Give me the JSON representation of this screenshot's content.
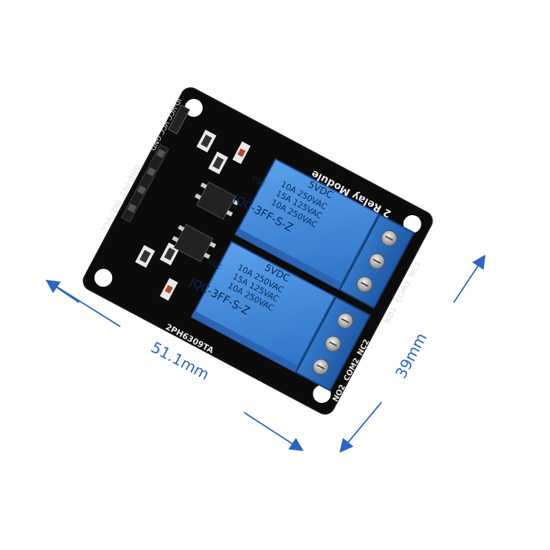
{
  "product": {
    "board_label": "2 Relay Module",
    "pcb_code": "2PH6309TA",
    "header_pins": [
      "GND",
      "IN1",
      "IN2",
      "VCC"
    ],
    "jumper_label": "JD-VCC VCC GND",
    "relays": [
      {
        "voltage": "5VDC",
        "rating_1": "10A 250VAC",
        "rating_2": "15A 125VAC",
        "rating_3": "10A 250VAC",
        "model": "JQC-3FF-S-Z",
        "cert": "CQC"
      },
      {
        "voltage": "5VDC",
        "rating_1": "10A 250VAC",
        "rating_2": "15A 125VAC",
        "rating_3": "10A 250VAC",
        "model": "JQC-3FF-S-Z",
        "cert": "CQC"
      }
    ],
    "terminal_labels_1": [
      "NO1",
      "COM1",
      "NC1"
    ],
    "terminal_labels_2": [
      "NO2",
      "COM2",
      "NC2"
    ]
  },
  "dimensions": {
    "width": "51.1mm",
    "height": "39mm"
  },
  "colors": {
    "pcb": "#0b0b0b",
    "relay": "#3f86d8",
    "terminal": "#2f6fbf",
    "arrow": "#2a66c4"
  }
}
